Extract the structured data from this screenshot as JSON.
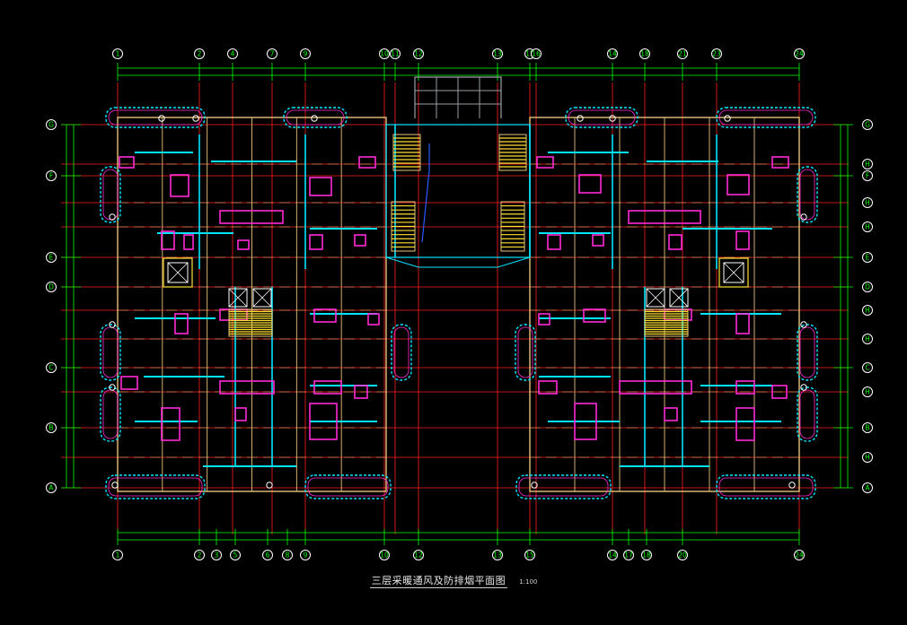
{
  "title": "三层采暖通风及防排烟平面图",
  "scale": "1:100",
  "colors": {
    "background": "#000000",
    "axis_line": "#ff1f1f",
    "wall": "#e8c27a",
    "duct": "#00e5ff",
    "fixture": "#ff2bd6",
    "dimension": "#00ff00",
    "text": "#ffffff"
  },
  "column_axes": [
    "1",
    "2",
    "4",
    "7",
    "9",
    "10",
    "11",
    "12",
    "13",
    "15",
    "16",
    "14",
    "18",
    "21",
    "23",
    "24"
  ],
  "column_axes_bottom": [
    "1",
    "2",
    "3",
    "5",
    "6",
    "8",
    "9",
    "10",
    "12",
    "13",
    "15",
    "14",
    "17",
    "18",
    "20",
    "24"
  ],
  "row_axes_left": [
    "G",
    "F",
    "E",
    "D",
    "C",
    "B",
    "A"
  ],
  "row_axes_right": [
    "G",
    "H",
    "F",
    "H",
    "H",
    "E",
    "D",
    "H",
    "H",
    "C",
    "H",
    "B",
    "H",
    "A"
  ],
  "icons": [
    "column-bubble-icon",
    "stair-icon",
    "elevator-icon",
    "duct-icon",
    "radiator-icon"
  ]
}
